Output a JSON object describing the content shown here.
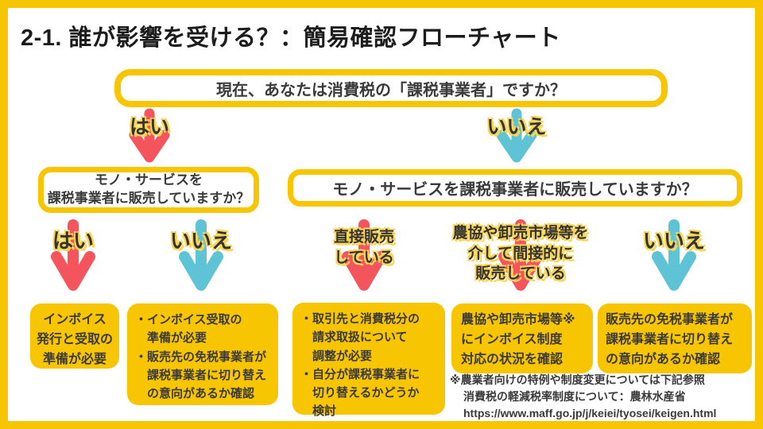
{
  "page": {
    "title": "2-1. 誰が影響を受ける？：簡易確認フローチャート",
    "colors": {
      "accent_yellow": "#F8C503",
      "arrow_red": "#F4555D",
      "arrow_teal": "#5EC4D5",
      "text_dark": "#3A3A3A"
    }
  },
  "flow": {
    "q1": "現在、あなたは消費税の「課税事業者」ですか？",
    "level1": {
      "yes": "はい",
      "no": "いいえ"
    },
    "q2_left": [
      "モノ・サービスを",
      "課税事業者に販売していますか？"
    ],
    "q2_right": "モノ・サービスを課税事業者に販売していますか？",
    "level2": {
      "yes": "はい",
      "no_left": "いいえ",
      "direct": [
        "直接販売",
        "している"
      ],
      "indirect": [
        "農協や卸売市場等を",
        "介して間接的に",
        "販売している"
      ],
      "no_right": "いいえ"
    },
    "results": {
      "r1": [
        "インボイス",
        "発行と受取の",
        "準備が必要"
      ],
      "r2": [
        "・インボイス受取の",
        "　準備が必要",
        "・販売先の免税事業者が",
        "　課税事業者に切り替え",
        "　の意向があるか確認"
      ],
      "r3": [
        "・取引先と消費税分の",
        "　請求取扱について",
        "　調整が必要",
        "・自分が課税事業者に",
        "　切り替えるかどうか",
        "　検討"
      ],
      "r4": [
        "農協や卸売市場等※",
        "にインボイス制度",
        "対応の状況を確認"
      ],
      "r5": [
        "販売先の免税事業者が",
        "課税事業者に切り替え",
        "の意向があるか確認"
      ]
    },
    "note": [
      "※農業者向けの特例や制度変更については下記参照",
      "消費税の軽減税率制度について：農林水産省",
      "https://www.maff.go.jp/j/keiei/tyosei/keigen.html"
    ]
  }
}
